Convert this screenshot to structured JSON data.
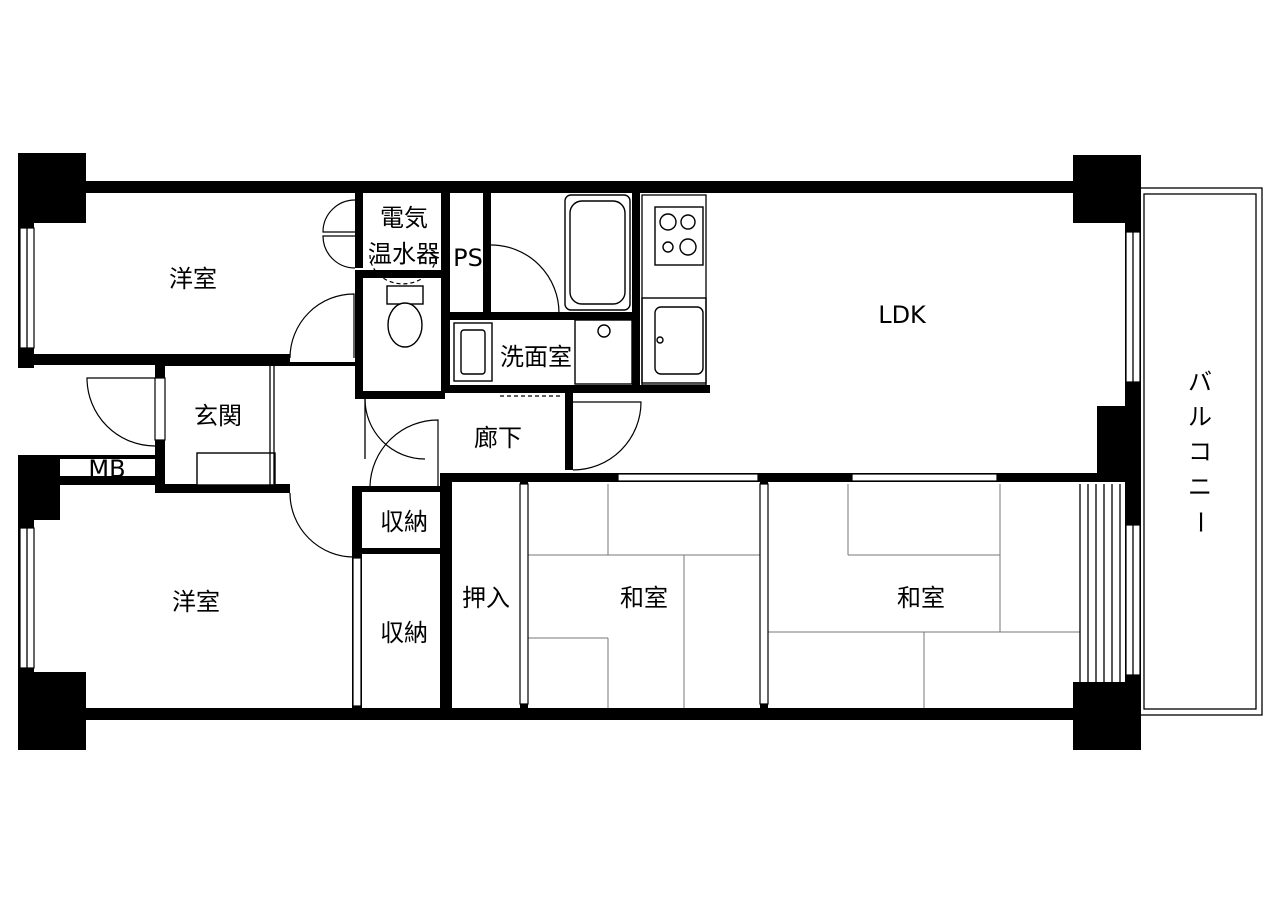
{
  "rooms": {
    "western_room_top": "洋室",
    "electric_water_heater": [
      "電気",
      "温水器"
    ],
    "pipe_space": "PS",
    "ldk": "LDK",
    "washroom": "洗面室",
    "entrance": "玄関",
    "hallway": "廊下",
    "meter_box": "MB",
    "storage_small": "収納",
    "storage_large": "収納",
    "western_room_bottom": "洋室",
    "oshiire": "押入",
    "japanese_room_1": "和室",
    "japanese_room_2": "和室",
    "balcony": [
      "バ",
      "ル",
      "コ",
      "ニ",
      "ー"
    ]
  },
  "colors": {
    "wall": "#000000",
    "background": "#ffffff",
    "tatami_line": "#777777"
  }
}
